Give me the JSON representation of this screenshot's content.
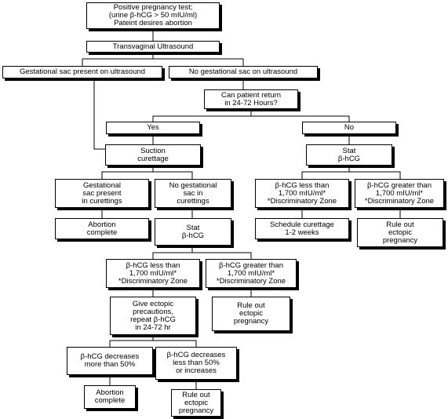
{
  "nodes": {
    "positive_test": "Positive pregnancy test;\n(urine β-hCG > 50 mIU/ml)\nPateint desires abortion",
    "tv_ultrasound": "Transvaginal Ultrasound",
    "sac_present": "Gestational sac present on ultrasound",
    "no_sac": "No gestational sac on ultrasound",
    "can_return": "Can patient return\nin 24-72 Hours?",
    "yes": "Yes",
    "no": "No",
    "suction_curettage": "Suction\ncurettage",
    "stat_hcg_right": "Stat\nβ-hCG",
    "sac_in_curettings": "Gestational\nsac present\nin curettings",
    "no_sac_in_curettings": "No gestational\nsac in\ncurettings",
    "hcg_less_right": "β-hCG less than\n1,700 mIU/ml*\n*Discriminatory Zone",
    "hcg_greater_right": "β-hCG greater than\n1,700 mIU/ml*\n*Discriminatory Zone",
    "abortion_complete_1": "Abortion\ncomplete",
    "stat_hcg_middle": "Stat\nβ-hCG",
    "schedule_curettage": "Schedule curettage\n1-2 weeks",
    "rule_out_ectopic_1": "Rule out\nectopic\npregnancy",
    "hcg_less_middle": "β-hCG less than\n1,700 mIU/ml*\n*Discriminatory Zone",
    "hcg_greater_middle": "β-hCG greater than\n1,700 mIU/ml*\n*Discriminatory Zone",
    "ectopic_precautions": "Give ectopic\nprecautions,\nrepeat β-hCG\nin 24-72 hr",
    "rule_out_ectopic_2": "Rule out\nectopic\npregnancy",
    "hcg_decreases_more": "β-hCG decreases\nmore than 50%",
    "hcg_decreases_less": "β-hCG decreases\nless than 50%\nor increases",
    "abortion_complete_2": "Abortion\ncomplete",
    "rule_out_ectopic_3": "Rule out\nectopic\npregnancy"
  },
  "colors": {
    "line": "#000000",
    "box_border": "#000000",
    "box_shadow": "#000000",
    "background": "#ffffff"
  }
}
